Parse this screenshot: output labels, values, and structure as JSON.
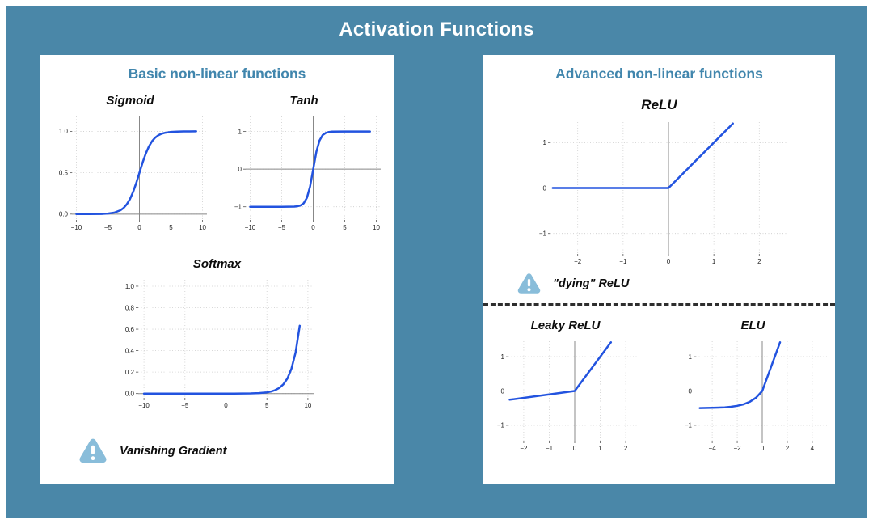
{
  "page": {
    "title": "Activation Functions",
    "colors": {
      "background": "#4a87a8",
      "panel_bg": "#ffffff",
      "heading": "#4186ad",
      "curve": "#2253df",
      "axis": "#888888",
      "grid": "#cccccc",
      "tick_text": "#222222",
      "warning_icon": "#89bdda",
      "divider": "#2e2e2e",
      "title_text": "#ffffff"
    }
  },
  "left_panel": {
    "title": "Basic non-linear functions",
    "warning_icon": "warning-triangle",
    "warning": "Vanishing Gradient"
  },
  "right_panel": {
    "title": "Advanced non-linear functions",
    "warning_icon": "warning-triangle",
    "warning": "\"dying\" ReLU"
  },
  "chart_data": [
    {
      "id": "sigmoid",
      "type": "line",
      "title": "Sigmoid",
      "xlim": [
        -10.7,
        10.7
      ],
      "ylim": [
        -0.07,
        1.18
      ],
      "grid": true,
      "xticks": [
        [
          -10,
          "−10"
        ],
        [
          -5,
          "−5"
        ],
        [
          0,
          "0"
        ],
        [
          5,
          "5"
        ],
        [
          10,
          "10"
        ]
      ],
      "yticks": [
        [
          0,
          "0.0"
        ],
        [
          0.5,
          "0.5"
        ],
        [
          1,
          "1.0"
        ]
      ],
      "points": [
        [
          -10,
          0.0
        ],
        [
          -8,
          0.0003
        ],
        [
          -6,
          0.0025
        ],
        [
          -5,
          0.0067
        ],
        [
          -4,
          0.018
        ],
        [
          -3,
          0.0474
        ],
        [
          -2.5,
          0.0759
        ],
        [
          -2,
          0.1192
        ],
        [
          -1.5,
          0.1824
        ],
        [
          -1,
          0.2689
        ],
        [
          -0.5,
          0.3775
        ],
        [
          0,
          0.5
        ],
        [
          0.5,
          0.6225
        ],
        [
          1,
          0.7311
        ],
        [
          1.5,
          0.8176
        ],
        [
          2,
          0.8808
        ],
        [
          2.5,
          0.9241
        ],
        [
          3,
          0.9526
        ],
        [
          3.5,
          0.9707
        ],
        [
          4,
          0.982
        ],
        [
          5,
          0.9933
        ],
        [
          6,
          0.9975
        ],
        [
          7,
          0.9991
        ],
        [
          8,
          0.9997
        ],
        [
          9,
          0.9999
        ]
      ]
    },
    {
      "id": "tanh",
      "type": "line",
      "title": "Tanh",
      "xlim": [
        -10.7,
        10.7
      ],
      "ylim": [
        -1.35,
        1.4
      ],
      "grid": true,
      "xticks": [
        [
          -10,
          "−10"
        ],
        [
          -5,
          "−5"
        ],
        [
          0,
          "0"
        ],
        [
          5,
          "5"
        ],
        [
          10,
          "10"
        ]
      ],
      "yticks": [
        [
          -1,
          "−1"
        ],
        [
          0,
          "0"
        ],
        [
          1,
          "1"
        ]
      ],
      "points": [
        [
          -10,
          -1
        ],
        [
          -5,
          -0.9999
        ],
        [
          -3,
          -0.9951
        ],
        [
          -2.5,
          -0.9866
        ],
        [
          -2,
          -0.964
        ],
        [
          -1.5,
          -0.9051
        ],
        [
          -1,
          -0.7616
        ],
        [
          -0.5,
          -0.4621
        ],
        [
          0,
          0
        ],
        [
          0.5,
          0.4621
        ],
        [
          1,
          0.7616
        ],
        [
          1.5,
          0.9051
        ],
        [
          2,
          0.964
        ],
        [
          2.5,
          0.9866
        ],
        [
          3,
          0.9951
        ],
        [
          5,
          0.9999
        ],
        [
          9,
          1
        ]
      ]
    },
    {
      "id": "softmax",
      "type": "line",
      "title": "Softmax",
      "xlim": [
        -10.7,
        10.7
      ],
      "ylim": [
        -0.04,
        1.06
      ],
      "grid": true,
      "xticks": [
        [
          -10,
          "−10"
        ],
        [
          -5,
          "−5"
        ],
        [
          0,
          "0"
        ],
        [
          5,
          "5"
        ],
        [
          10,
          "10"
        ]
      ],
      "yticks": [
        [
          0,
          "0.0"
        ],
        [
          0.2,
          "0.2"
        ],
        [
          0.4,
          "0.4"
        ],
        [
          0.6,
          "0.6"
        ],
        [
          0.8,
          "0.8"
        ],
        [
          1,
          "1.0"
        ]
      ],
      "points": [
        [
          -10,
          0.0
        ],
        [
          -4,
          0.0
        ],
        [
          -2,
          0.0001
        ],
        [
          0,
          0.0001
        ],
        [
          1,
          0.0002
        ],
        [
          2,
          0.0006
        ],
        [
          3,
          0.0016
        ],
        [
          4,
          0.0043
        ],
        [
          5,
          0.0116
        ],
        [
          5.5,
          0.0191
        ],
        [
          6,
          0.0315
        ],
        [
          6.5,
          0.0519
        ],
        [
          7,
          0.0855
        ],
        [
          7.5,
          0.1411
        ],
        [
          8,
          0.2326
        ],
        [
          8.5,
          0.3835
        ],
        [
          9,
          0.6323
        ]
      ]
    },
    {
      "id": "relu",
      "type": "line",
      "title": "ReLU",
      "xlim": [
        -2.6,
        2.6
      ],
      "ylim": [
        -1.45,
        1.45
      ],
      "grid": true,
      "xticks": [
        [
          -2,
          "−2"
        ],
        [
          -1,
          "−1"
        ],
        [
          0,
          "0"
        ],
        [
          1,
          "1"
        ],
        [
          2,
          "2"
        ]
      ],
      "yticks": [
        [
          -1,
          "−1"
        ],
        [
          0,
          "0"
        ],
        [
          1,
          "1"
        ]
      ],
      "points": [
        [
          -2.55,
          0
        ],
        [
          0,
          0
        ],
        [
          1.42,
          1.42
        ]
      ]
    },
    {
      "id": "leaky_relu",
      "type": "line",
      "title": "Leaky ReLU",
      "xlim": [
        -2.6,
        2.6
      ],
      "ylim": [
        -1.45,
        1.45
      ],
      "grid": true,
      "xticks": [
        [
          -2,
          "−2"
        ],
        [
          -1,
          "−1"
        ],
        [
          0,
          "0"
        ],
        [
          1,
          "1"
        ],
        [
          2,
          "2"
        ]
      ],
      "yticks": [
        [
          -1,
          "−1"
        ],
        [
          0,
          "0"
        ],
        [
          1,
          "1"
        ]
      ],
      "points": [
        [
          -2.55,
          -0.255
        ],
        [
          0,
          0
        ],
        [
          1.42,
          1.42
        ]
      ]
    },
    {
      "id": "elu",
      "type": "line",
      "title": "ELU",
      "xlim": [
        -5.3,
        5.3
      ],
      "ylim": [
        -1.45,
        1.45
      ],
      "grid": true,
      "xticks": [
        [
          -4,
          "−4"
        ],
        [
          -2,
          "−2"
        ],
        [
          0,
          "0"
        ],
        [
          2,
          "2"
        ],
        [
          4,
          "4"
        ]
      ],
      "yticks": [
        [
          -1,
          "−1"
        ],
        [
          0,
          "0"
        ],
        [
          1,
          "1"
        ]
      ],
      "points": [
        [
          -5,
          -0.4966
        ],
        [
          -4,
          -0.4908
        ],
        [
          -3,
          -0.4751
        ],
        [
          -2.5,
          -0.459
        ],
        [
          -2,
          -0.4323
        ],
        [
          -1.5,
          -0.3884
        ],
        [
          -1,
          -0.3161
        ],
        [
          -0.5,
          -0.1967
        ],
        [
          0,
          0
        ],
        [
          1.42,
          1.42
        ]
      ]
    }
  ]
}
